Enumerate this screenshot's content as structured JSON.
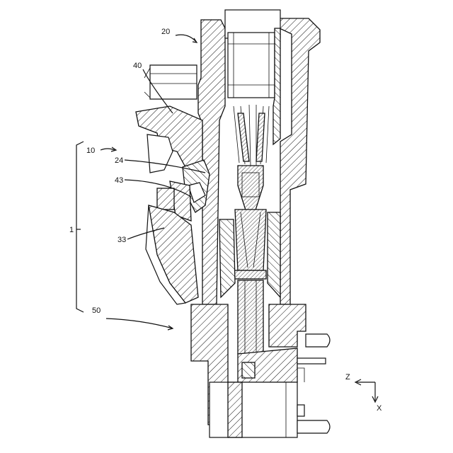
{
  "labels": {
    "l20": "20",
    "l40": "40",
    "l10": "10",
    "l24": "24",
    "l43": "43",
    "l1": "1",
    "l33": "33",
    "l50": "50"
  },
  "axes": {
    "z": "Z",
    "x": "X"
  },
  "colors": {
    "ink": "#111111",
    "paper": "#ffffff"
  }
}
